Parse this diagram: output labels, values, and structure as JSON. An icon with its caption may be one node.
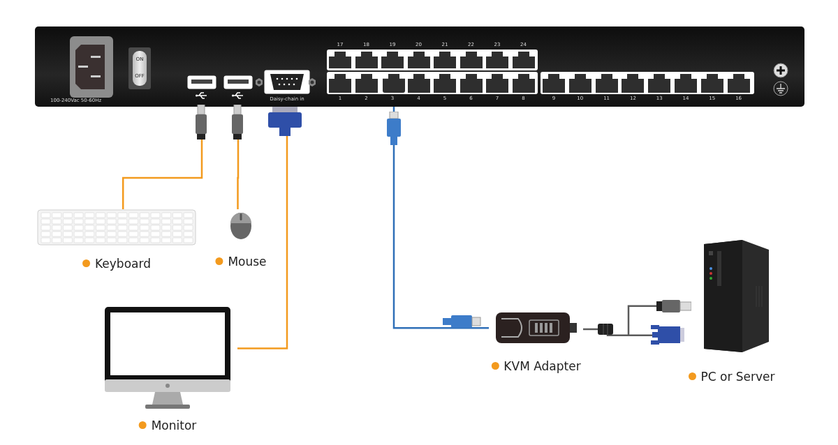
{
  "diagram": {
    "nodes": [
      {
        "text": [],
        "shape": "picture"
      },
      {
        "text": [],
        "shape": "box",
        "in": 0
      },
      {
        "text": [],
        "shape": "box",
        "in": 0
      },
      {
        "text": [
          "Daisy-chain in"
        ],
        "in": 0
      },
      {
        "text": [],
        "shape": "box",
        "in": 0
      },
      {
        "text": [
          "Keyboard"
        ]
      },
      {
        "text": [
          "Mouse"
        ]
      },
      {
        "text": [
          "Monitor"
        ]
      },
      {
        "text": [
          "KVM Adapter"
        ]
      },
      {
        "text": [
          "PC or Server"
        ]
      }
    ],
    "edges": [
      {
        "from": 5,
        "to": 1,
        "arrow": "none",
        "color": "#f39a1e"
      },
      {
        "from": 6,
        "to": 2,
        "arrow": "none",
        "color": "#f39a1e"
      },
      {
        "from": 7,
        "to": 3,
        "arrow": "none",
        "color": "#f39a1e"
      },
      {
        "from": 4,
        "to": 8,
        "arrow": "none",
        "color": "#2f6fb8"
      },
      {
        "from": 8,
        "to": 9,
        "arrow": "none",
        "color": "#5a5a5a"
      }
    ],
    "labels": [
      "100-240Vac 50-60Hz",
      "ON",
      "OFF",
      "17",
      "18",
      "19",
      "20",
      "21",
      "22",
      "23",
      "24",
      "1",
      "2",
      "3",
      "4",
      "5",
      "6",
      "7",
      "8",
      "9",
      "10",
      "11",
      "12",
      "13",
      "14",
      "15",
      "16"
    ]
  }
}
